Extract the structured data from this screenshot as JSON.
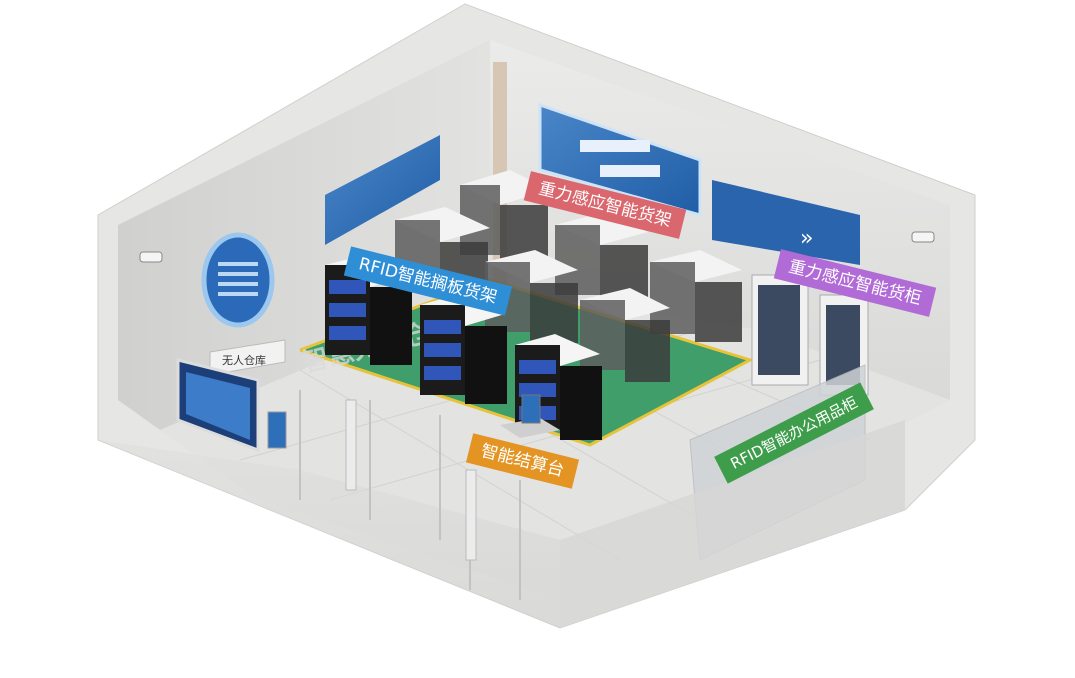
{
  "labels": {
    "gravity_shelf": "重力感应智能货架",
    "rfid_shelf": "RFID智能搁板货架",
    "gravity_cabinet": "重力感应智能货柜",
    "checkout": "智能结算台",
    "office_cabinet": "RFID智能办公用品柜"
  },
  "floor_logo": "智慧无人仓",
  "wall_sign": "无人仓库",
  "colors": {
    "gravity_shelf": "#d9676d",
    "rfid_shelf": "#2f8fd6",
    "gravity_cabinet": "#b16bd6",
    "checkout": "#e39423",
    "office_cabinet": "#3e9d4b",
    "floor_green": "#3f9e6a",
    "bin_blue": "#2f56b8"
  }
}
